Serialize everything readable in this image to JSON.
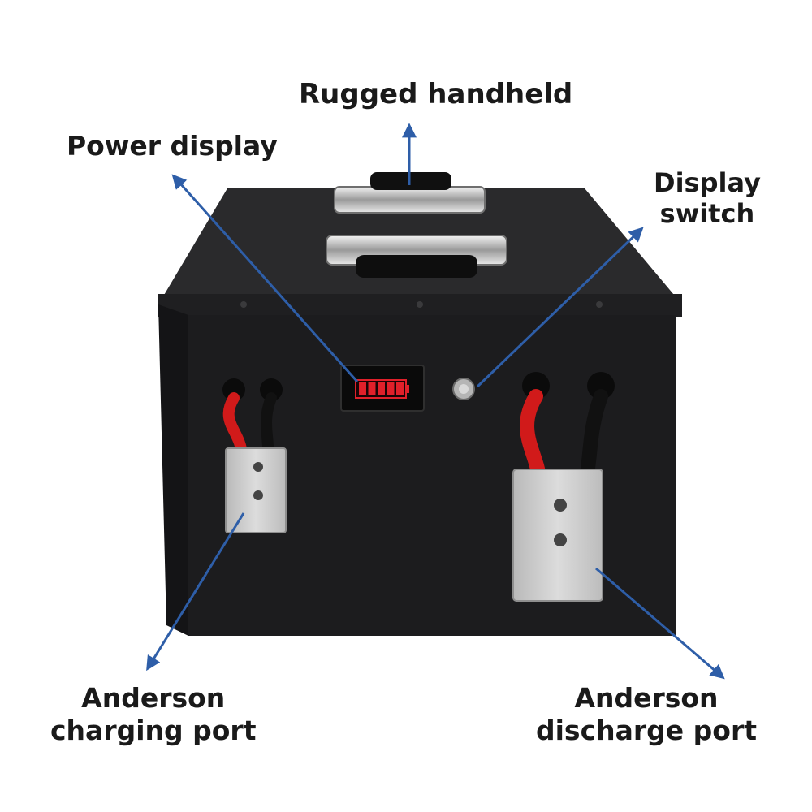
{
  "labels": {
    "handle": "Rugged handheld",
    "power_display": "Power display",
    "display_switch": [
      "Display",
      "switch"
    ],
    "charging_port": [
      "Anderson",
      "charging port"
    ],
    "discharge_port": [
      "Anderson",
      "discharge port"
    ]
  },
  "colors": {
    "arrow": "#2e5ea8",
    "battery_body": "#1c1c1e",
    "battery_top": "#2a2a2c",
    "connector": "#c9c9c9",
    "red_cable": "#d11a1a",
    "black_cable": "#111111",
    "display_segment": "#e0202a"
  },
  "display": {
    "bars_lit": 5,
    "bars_total": 5
  }
}
